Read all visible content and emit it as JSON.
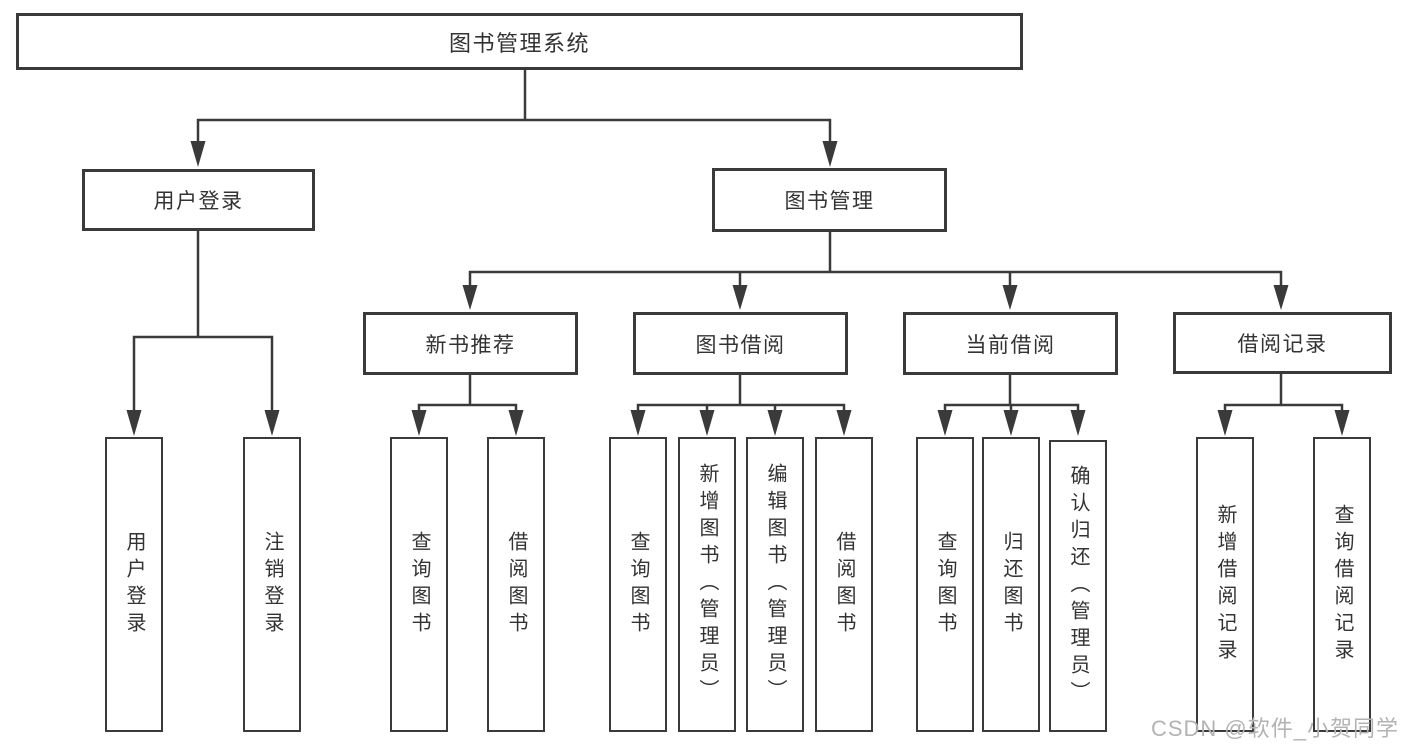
{
  "tree": {
    "label": "图书管理系统",
    "children": [
      {
        "label": "用户登录",
        "children": [
          {
            "label": "用户登录"
          },
          {
            "label": "注销登录"
          }
        ]
      },
      {
        "label": "图书管理",
        "children": [
          {
            "label": "新书推荐",
            "children": [
              {
                "label": "查询图书"
              },
              {
                "label": "借阅图书"
              }
            ]
          },
          {
            "label": "图书借阅",
            "children": [
              {
                "label": "查询图书"
              },
              {
                "label": "新增图书（管理员）"
              },
              {
                "label": "编辑图书（管理员）"
              },
              {
                "label": "借阅图书"
              }
            ]
          },
          {
            "label": "当前借阅",
            "children": [
              {
                "label": "查询图书"
              },
              {
                "label": "归还图书"
              },
              {
                "label": "确认归还（管理员）"
              }
            ]
          },
          {
            "label": "借阅记录",
            "children": [
              {
                "label": "新增借阅记录"
              },
              {
                "label": "查询借阅记录"
              }
            ]
          }
        ]
      }
    ]
  },
  "watermark": "CSDN @软件_小贺同学",
  "colors": {
    "line": "#3a3a3a",
    "text": "#333333",
    "watermark": "#b3b3b3",
    "box_background": "#ffffff"
  }
}
